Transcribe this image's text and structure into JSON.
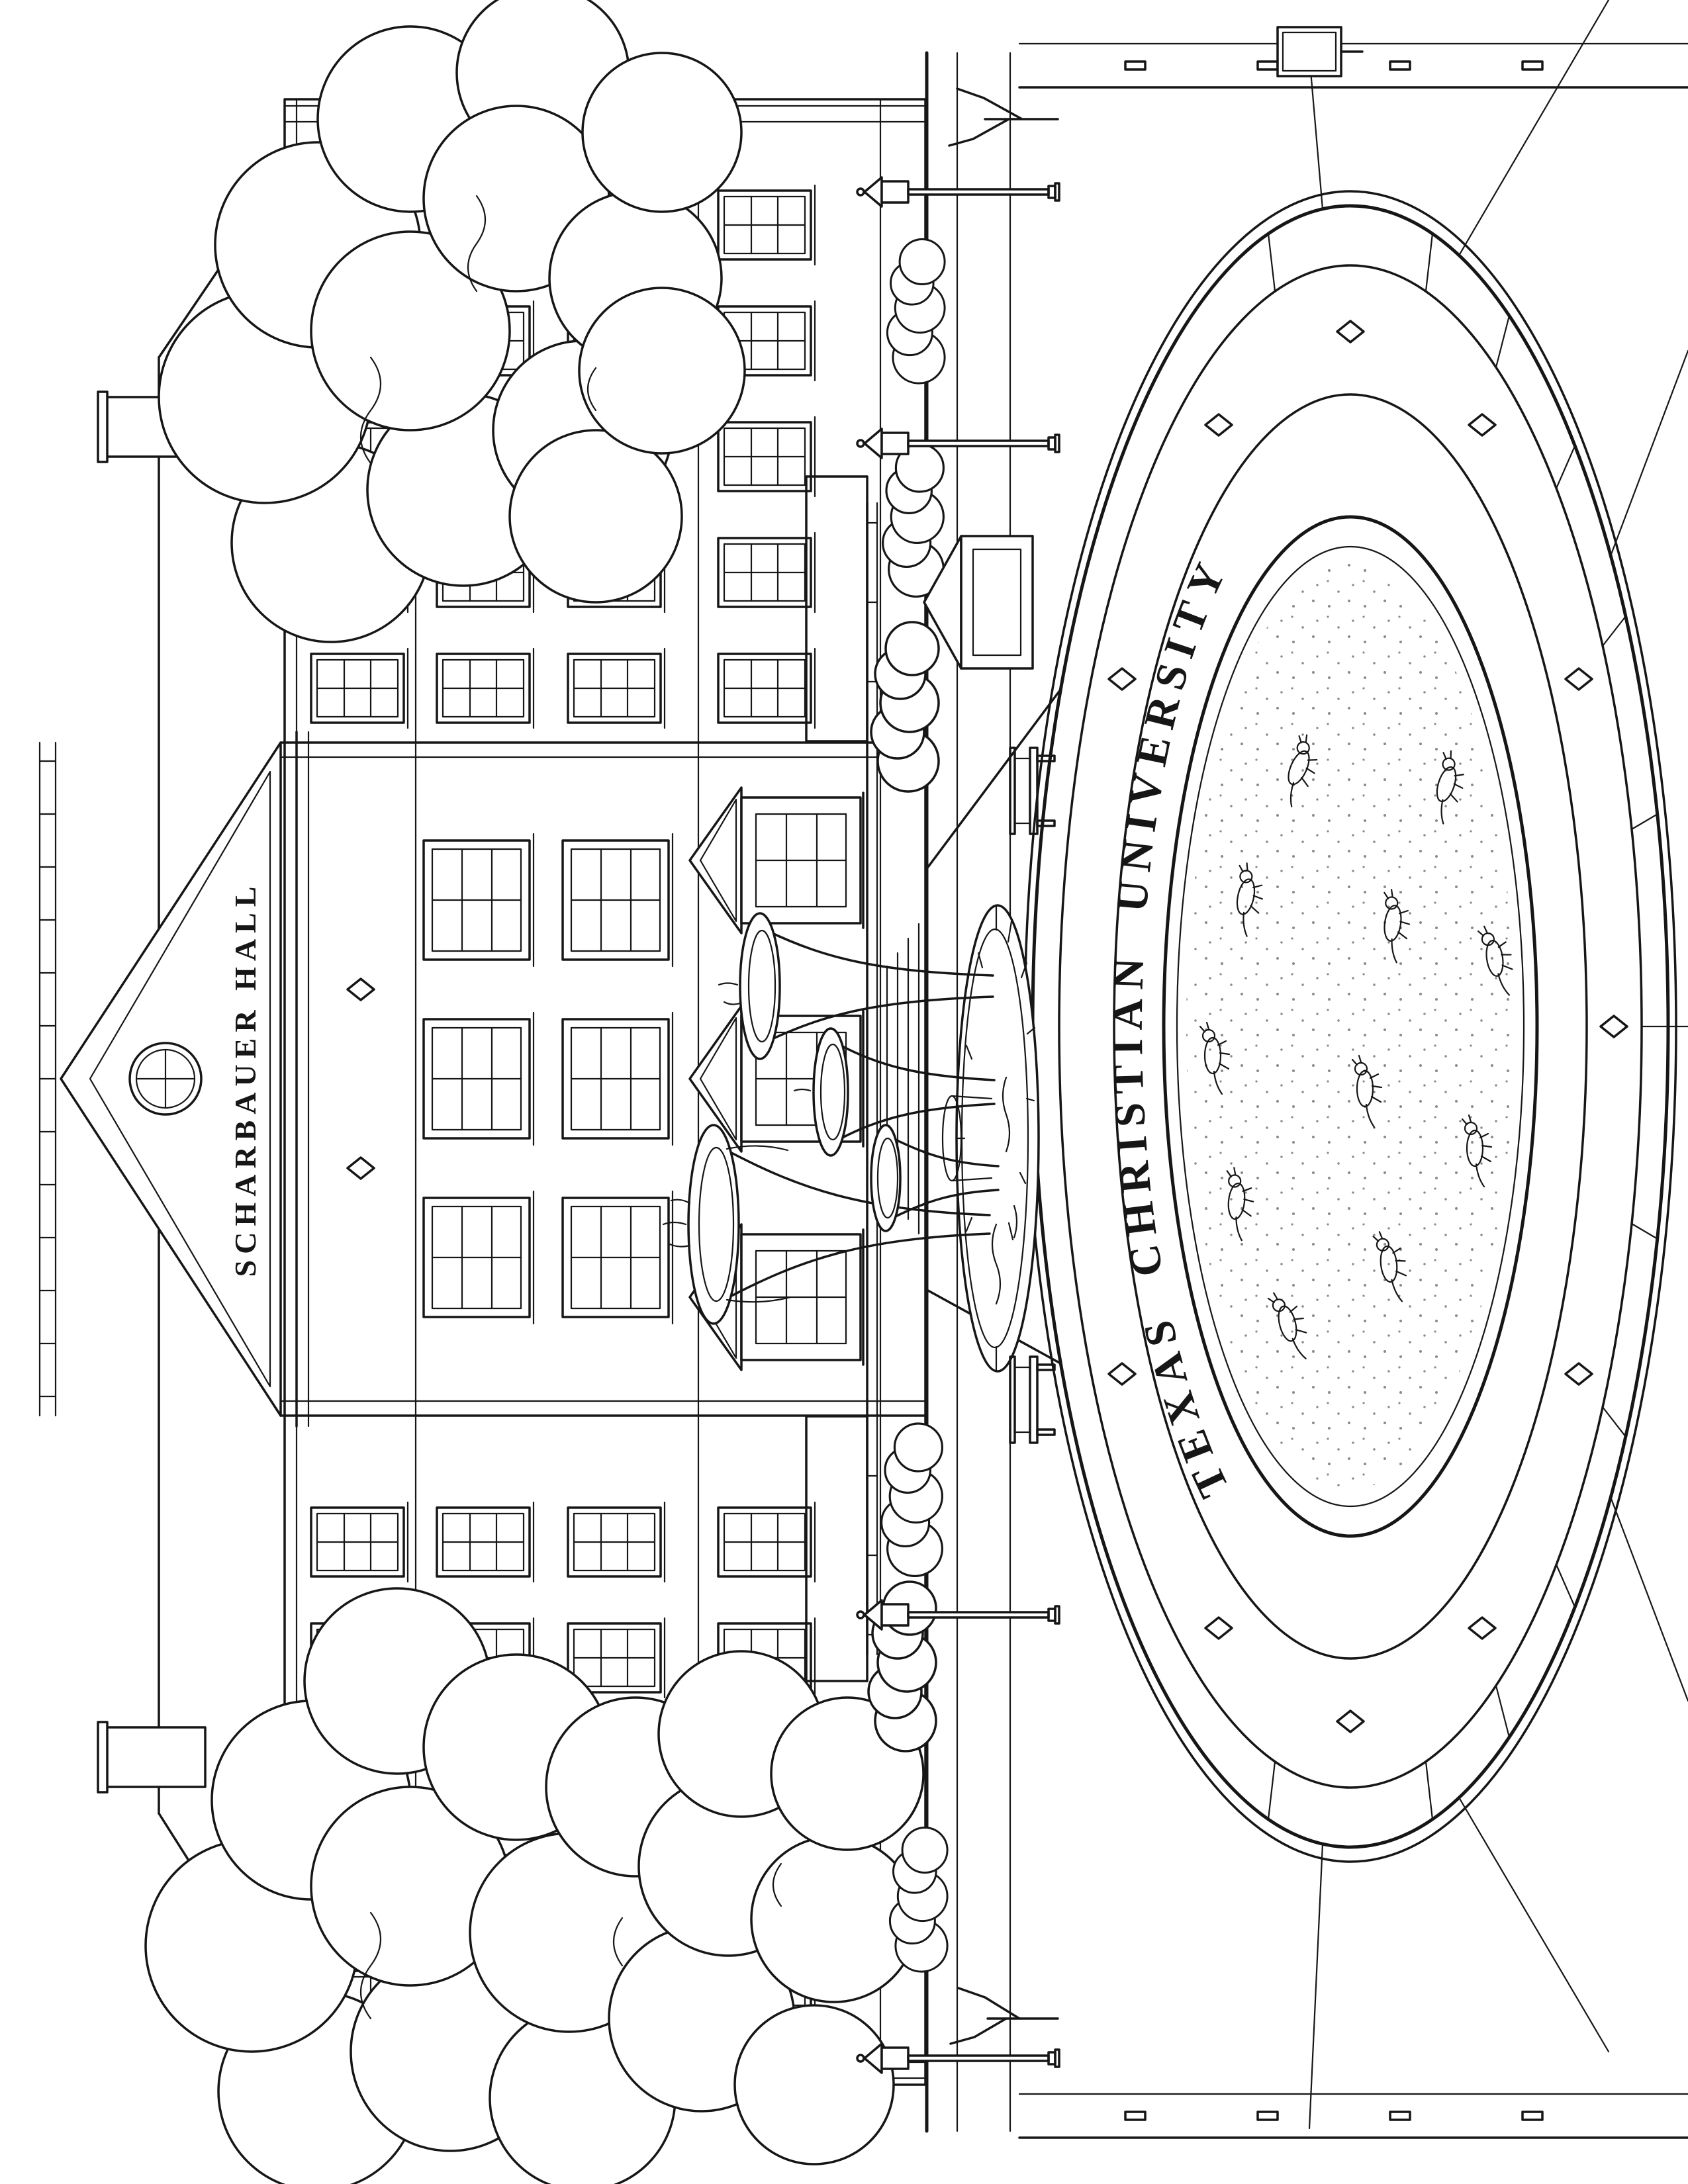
{
  "page": {
    "paper_color": "#ffffff",
    "ink_color": "#161616"
  },
  "illustration": {
    "style": "black-and-white line-art coloring page, rotated 90 degrees on portrait sheet",
    "building_nameplate": "SCHARBAUER HALL",
    "plaza_ring_text": "TEXAS CHRISTIAN UNIVERSITY"
  }
}
